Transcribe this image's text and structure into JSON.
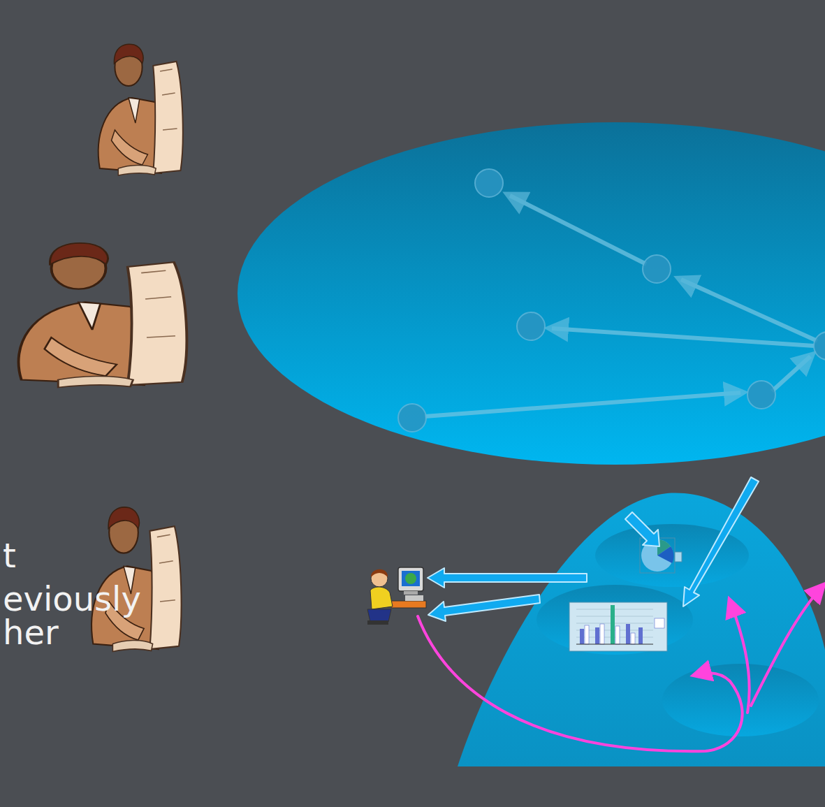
{
  "diagram": {
    "labels": [
      "t",
      "eviously",
      "her"
    ]
  }
}
